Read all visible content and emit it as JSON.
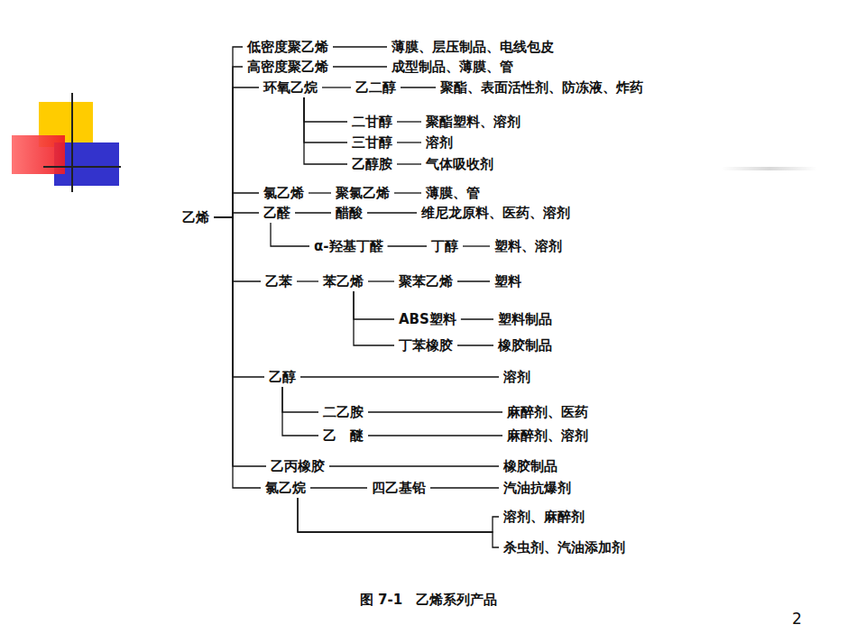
{
  "diagram": {
    "caption": "图 7-1　乙烯系列产品",
    "nodes": [
      {
        "text": [
          "乙烯"
        ]
      },
      {
        "text": [
          "低密度聚乙烯"
        ]
      },
      {
        "text": [
          "薄膜、层压制品、电线包皮"
        ]
      },
      {
        "text": [
          "高密度聚乙烯"
        ]
      },
      {
        "text": [
          "成型制品、薄膜、管"
        ]
      },
      {
        "text": [
          "环氧乙烷"
        ]
      },
      {
        "text": [
          "乙二醇"
        ]
      },
      {
        "text": [
          "聚酯、表面活性剂、防冻液、炸药"
        ]
      },
      {
        "text": [
          "二甘醇"
        ]
      },
      {
        "text": [
          "聚酯塑料、溶剂"
        ]
      },
      {
        "text": [
          "三甘醇"
        ]
      },
      {
        "text": [
          "溶剂"
        ]
      },
      {
        "text": [
          "乙醇胺"
        ]
      },
      {
        "text": [
          "气体吸收剂"
        ]
      },
      {
        "text": [
          "氯乙烯"
        ]
      },
      {
        "text": [
          "聚氯乙烯"
        ]
      },
      {
        "text": [
          "薄膜、管"
        ]
      },
      {
        "text": [
          "乙醛"
        ]
      },
      {
        "text": [
          "醋酸"
        ]
      },
      {
        "text": [
          "维尼龙原料、医药、溶剂"
        ]
      },
      {
        "text": [
          "α-羟基丁醛"
        ]
      },
      {
        "text": [
          "丁醇"
        ]
      },
      {
        "text": [
          "塑料、溶剂"
        ]
      },
      {
        "text": [
          "乙苯"
        ]
      },
      {
        "text": [
          "苯乙烯"
        ]
      },
      {
        "text": [
          "聚苯乙烯"
        ]
      },
      {
        "text": [
          "塑料"
        ]
      },
      {
        "text": [
          "ABS塑料"
        ]
      },
      {
        "text": [
          "塑料制品"
        ]
      },
      {
        "text": [
          "丁苯橡胶"
        ]
      },
      {
        "text": [
          "橡胶制品"
        ]
      },
      {
        "text": [
          "乙醇"
        ]
      },
      {
        "text": [
          "溶剂"
        ]
      },
      {
        "text": [
          "二乙胺"
        ]
      },
      {
        "text": [
          "麻醉剂、医药"
        ]
      },
      {
        "text": [
          "乙　醚"
        ]
      },
      {
        "text": [
          "麻醉剂、溶剂"
        ]
      },
      {
        "text": [
          "乙丙橡胶"
        ]
      },
      {
        "text": [
          "橡胶制品"
        ]
      },
      {
        "text": [
          "氯乙烷"
        ]
      },
      {
        "text": [
          "四乙基铅"
        ]
      },
      {
        "text": [
          "汽油抗爆剂"
        ]
      },
      {
        "text": [
          "溶剂、麻醉剂"
        ]
      },
      {
        "text": [
          "杀虫剂、汽油添加剂"
        ]
      }
    ],
    "edges": [
      {
        "from": 0,
        "to": 1,
        "arrow": "none"
      },
      {
        "from": 1,
        "to": 2,
        "arrow": "none"
      },
      {
        "from": 0,
        "to": 3,
        "arrow": "none"
      },
      {
        "from": 3,
        "to": 4,
        "arrow": "none"
      },
      {
        "from": 0,
        "to": 5,
        "arrow": "none"
      },
      {
        "from": 5,
        "to": 6,
        "arrow": "none"
      },
      {
        "from": 6,
        "to": 7,
        "arrow": "none"
      },
      {
        "from": 5,
        "to": 8,
        "arrow": "none"
      },
      {
        "from": 8,
        "to": 9,
        "arrow": "none"
      },
      {
        "from": 5,
        "to": 10,
        "arrow": "none"
      },
      {
        "from": 10,
        "to": 11,
        "arrow": "none"
      },
      {
        "from": 5,
        "to": 12,
        "arrow": "none"
      },
      {
        "from": 12,
        "to": 13,
        "arrow": "none"
      },
      {
        "from": 0,
        "to": 14,
        "arrow": "none"
      },
      {
        "from": 14,
        "to": 15,
        "arrow": "none"
      },
      {
        "from": 15,
        "to": 16,
        "arrow": "none"
      },
      {
        "from": 0,
        "to": 17,
        "arrow": "none"
      },
      {
        "from": 17,
        "to": 18,
        "arrow": "none"
      },
      {
        "from": 18,
        "to": 19,
        "arrow": "none"
      },
      {
        "from": 17,
        "to": 20,
        "arrow": "none"
      },
      {
        "from": 20,
        "to": 21,
        "arrow": "none"
      },
      {
        "from": 21,
        "to": 22,
        "arrow": "none"
      },
      {
        "from": 0,
        "to": 23,
        "arrow": "none"
      },
      {
        "from": 23,
        "to": 24,
        "arrow": "none"
      },
      {
        "from": 24,
        "to": 25,
        "arrow": "none"
      },
      {
        "from": 25,
        "to": 26,
        "arrow": "none"
      },
      {
        "from": 24,
        "to": 27,
        "arrow": "none"
      },
      {
        "from": 27,
        "to": 28,
        "arrow": "none"
      },
      {
        "from": 24,
        "to": 29,
        "arrow": "none"
      },
      {
        "from": 29,
        "to": 30,
        "arrow": "none"
      },
      {
        "from": 0,
        "to": 31,
        "arrow": "none"
      },
      {
        "from": 31,
        "to": 32,
        "arrow": "none"
      },
      {
        "from": 31,
        "to": 33,
        "arrow": "none"
      },
      {
        "from": 33,
        "to": 34,
        "arrow": "none"
      },
      {
        "from": 31,
        "to": 35,
        "arrow": "none"
      },
      {
        "from": 35,
        "to": 36,
        "arrow": "none"
      },
      {
        "from": 0,
        "to": 37,
        "arrow": "none"
      },
      {
        "from": 37,
        "to": 38,
        "arrow": "none"
      },
      {
        "from": 0,
        "to": 39,
        "arrow": "none"
      },
      {
        "from": 39,
        "to": 40,
        "arrow": "none"
      },
      {
        "from": 40,
        "to": 41,
        "arrow": "none"
      },
      {
        "from": 39,
        "to": 42,
        "arrow": "none"
      },
      {
        "from": 39,
        "to": 43,
        "arrow": "none"
      }
    ],
    "labels": [
      "2"
    ]
  }
}
